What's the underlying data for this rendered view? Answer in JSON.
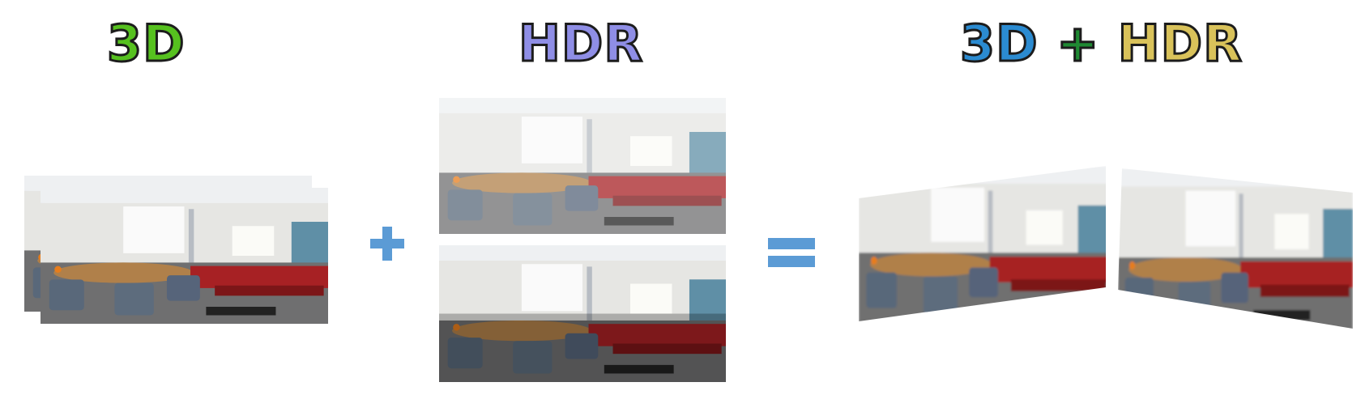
{
  "labels": {
    "three_d": "3D",
    "hdr": "HDR",
    "combined": {
      "part_3d": "3D",
      "plus": "+",
      "part_hdr": "HDR"
    }
  },
  "operators": {
    "plus_icon": "plus-icon",
    "equals_icon": "equals-icon"
  },
  "colors": {
    "operator_blue": "#5b9bd5",
    "label_3d": "#56c11f",
    "label_hdr": "#8f8ee6",
    "label_combined": "#2b8bd1"
  }
}
